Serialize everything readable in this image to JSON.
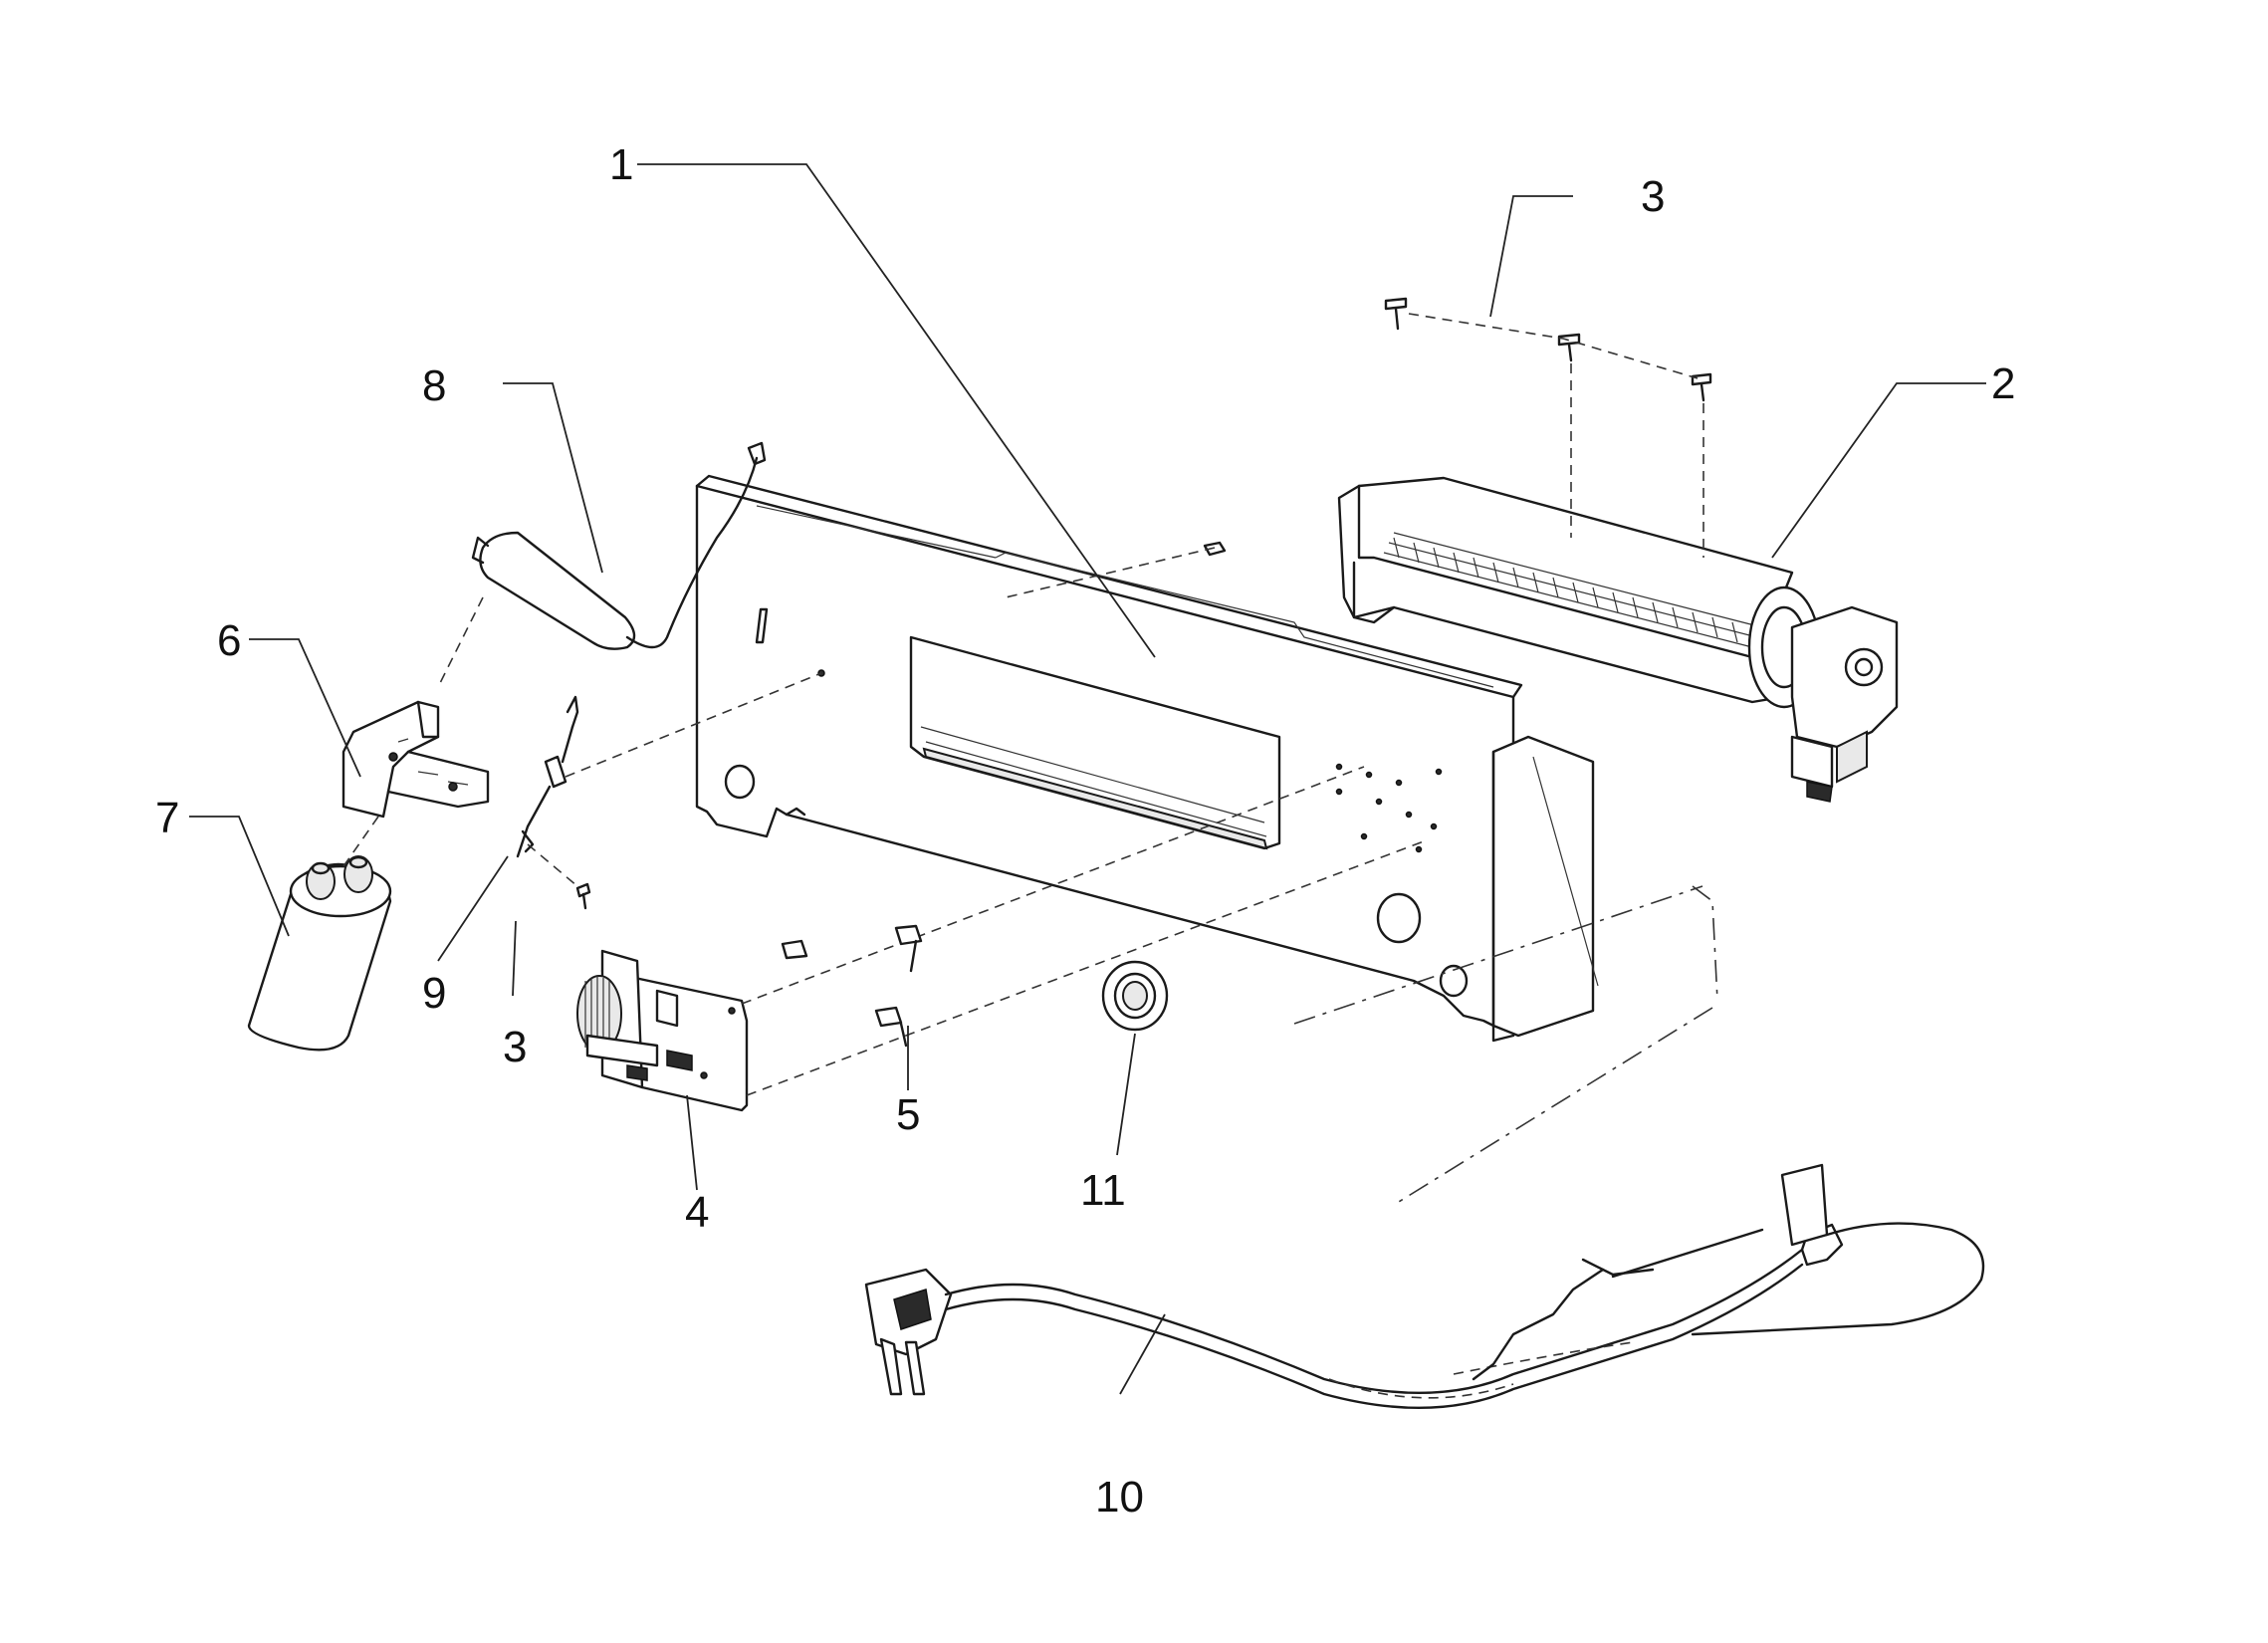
{
  "callouts": [
    {
      "id": "c1",
      "text": "1"
    },
    {
      "id": "c2",
      "text": "2"
    },
    {
      "id": "c3a",
      "text": "3"
    },
    {
      "id": "c3b",
      "text": "3"
    },
    {
      "id": "c4",
      "text": "4"
    },
    {
      "id": "c5",
      "text": "5"
    },
    {
      "id": "c6",
      "text": "6"
    },
    {
      "id": "c7",
      "text": "7"
    },
    {
      "id": "c8",
      "text": "8"
    },
    {
      "id": "c9",
      "text": "9"
    },
    {
      "id": "c10",
      "text": "10"
    },
    {
      "id": "c11",
      "text": "11"
    }
  ]
}
